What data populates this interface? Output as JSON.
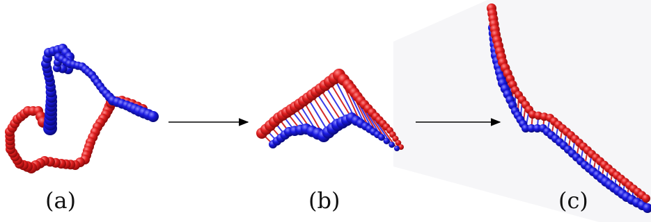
{
  "panels": [
    {
      "id": "a",
      "label": "(a)"
    },
    {
      "id": "b",
      "label": "(b)"
    },
    {
      "id": "c",
      "label": "(c)"
    }
  ],
  "colors": {
    "strand_red": "#e02020",
    "strand_blue": "#1a1ae0",
    "rung_red": "#d42a2a",
    "rung_blue": "#3a3ae8",
    "arrow": "#000000",
    "panel_c_shadow": "#f4f4f6"
  }
}
